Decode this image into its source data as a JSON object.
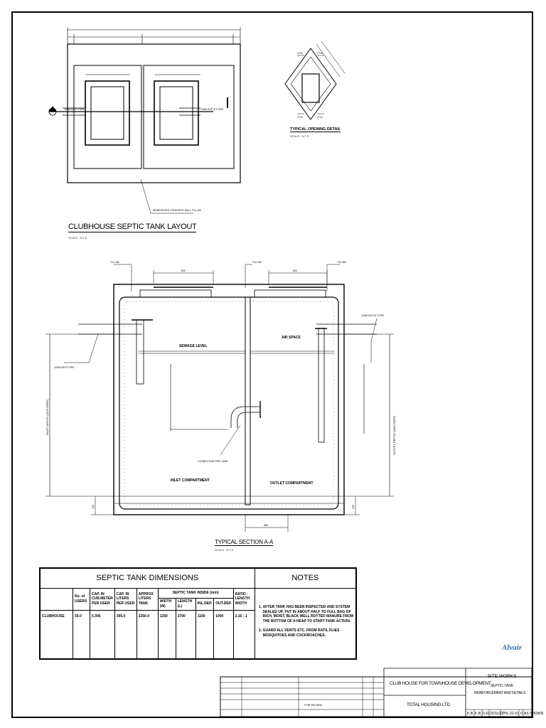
{
  "layout": {
    "title": "CLUBHOUSE SEPTIC TANK LAYOUT",
    "scale": "SCALE : N.T.S",
    "inlet_label": "100Ø INLET PIPE",
    "outlet_label": "100Ø OUTLET PIPE",
    "wall_label": "REINFORCED CONCRETE WALL T12-150"
  },
  "opening_detail": {
    "title": "TYPICAL OPENING DETAIL",
    "scale": "SCALE : N.T.S",
    "bar_label": "2T12"
  },
  "section": {
    "title": "TYPICAL SECTION A-A",
    "scale": "SCALE : N.T.S",
    "sewage_level": "SEWAGE LEVEL",
    "air_space": "AIR SPACE",
    "inlet_compartment": "INLET COMPARTMENT",
    "outlet_compartment": "OUTLET COMPARTMENT",
    "inlet_pipe": "100Ø INLET PIPE",
    "outlet_pipe": "100Ø OUTLET PIPE",
    "connecting_pipe": "CONNECTING PIPE 100Ø",
    "inlet_depth": "INLET DEPTH (1100 DEEP)",
    "outlet_depth": "OUTLET DEPTH (1000 DEEP)",
    "slab_label": "T12-150",
    "dim_800": "800",
    "dim_150": "150"
  },
  "dimensions": {
    "title": "SEPTIC TANK DIMENSIONS",
    "col_users": "No. of USERS",
    "col_cap_m3": "CAP. IN CUB.METER PER USER",
    "col_cap_l": "CAP. IN LITERS PER USER",
    "col_approx": "APPROX LITERS TANK",
    "col_inside": "SEPTIC TANK INSIDE (mm)",
    "col_width": "WIDTH (W)",
    "col_length": "LENGTH (L)",
    "col_inl": "INL.DEP.",
    "col_out": "OUT.DEP.",
    "col_ratio": "RATIO : LENGTH WIDTH",
    "row": {
      "name": "CLUBHOUSE",
      "users": "50.0",
      "cap_m3": "0.395",
      "cap_l": "395.0",
      "approx": "2250.0",
      "width": "1250",
      "length": "2700",
      "inl": "1100",
      "out": "1000",
      "ratio": "2.16 : 1"
    }
  },
  "notes": {
    "title": "NOTES",
    "items": [
      "AFTER TANK HAS BEEN INSPECTED AND SYSTEM SEALED UP, PUT IN ABOUT HALF TO FULL BAG OF RICH, MOIST, BLACK WELL ROTTED MANURE FROM THE BOTTOM OF A HEAP TO START TANK ACTION.",
      "GUARD ALL VENTS ETC. FROM RATS, FLIES MOSQUITOES AND COCKROACHES."
    ]
  },
  "title_block": {
    "project": "CLUB HOUSE FOR TOWNHOUSE DEVELOPMENT",
    "client": "TOTAL HOUSING LTD",
    "company": "Alvair",
    "sheet_title_1": "SITE WORKS",
    "sheet_title_2": "SEPTIC TANK",
    "sheet_title_3": "REINFORCEMENT AND DETAILS",
    "rev_desc": "FOR REVIEW",
    "codes": [
      "K.B.",
      "K.B.",
      "D.R.",
      "22/11/22",
      "THL-22-01",
      "0",
      "AS SHOWN"
    ]
  }
}
